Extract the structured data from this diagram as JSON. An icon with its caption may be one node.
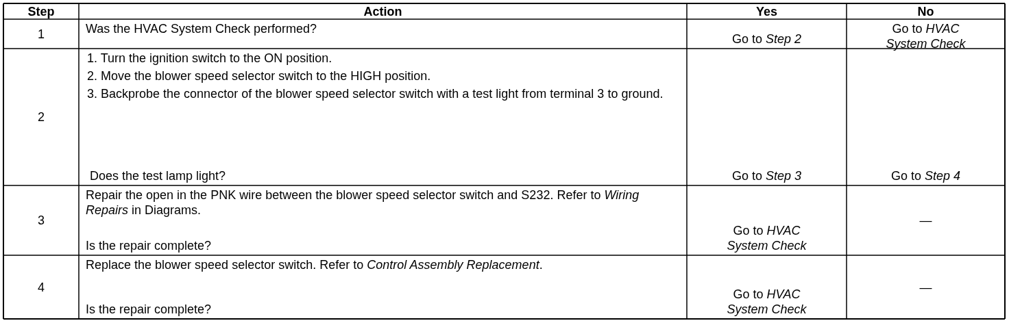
{
  "diagram": {
    "labels": [
      "Step",
      "Action",
      "Yes",
      "No",
      "1",
      "Was the HVAC System Check performed?",
      "Go to *Step 2*",
      "Go to *HVAC System Check*",
      "2",
      "1. Turn the ignition switch to the ON position.",
      "2. Move the blower speed selector switch to the HIGH position.",
      "3. Backprobe the connector of the blower speed selector switch with a test light from terminal 3 to ground.",
      "Does the test lamp light?",
      "Go to *Step 3*",
      "Go to *Step 4*",
      "3",
      "Repair the open in the PNK wire between the blower speed selector switch and S232. Refer to *Wiring Repairs* in Diagrams.",
      "Is the repair complete?",
      "Go to *HVAC System Check*",
      "—",
      "4",
      "Replace the blower speed selector switch. Refer to *Control Assembly Replacement*.",
      "Is the repair complete?",
      "Go to *HVAC System Check*",
      "—"
    ]
  }
}
